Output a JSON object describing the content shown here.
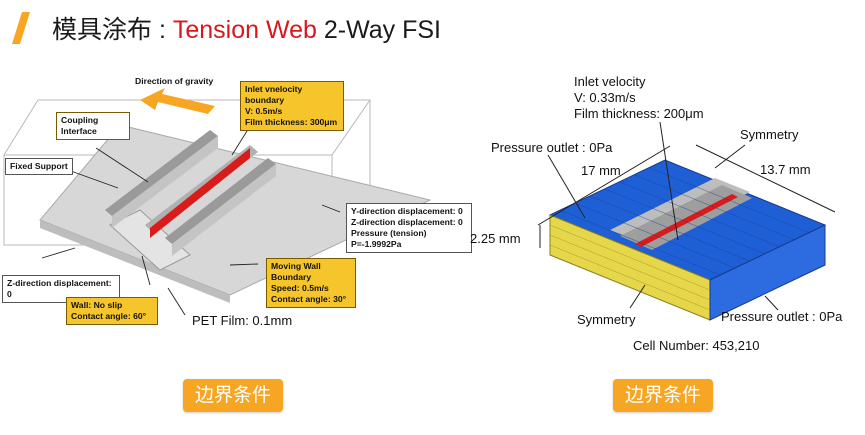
{
  "header": {
    "title_prefix": "模具涂布 : ",
    "title_highlight": "Tension Web",
    "title_suffix": " 2-Way FSI"
  },
  "left_diagram": {
    "gravity_label": "Direction of gravity",
    "inlet_callout": [
      "Inlet vnelocity",
      "boundary",
      "V: 0.5m/s",
      "Film thickness: 300μm"
    ],
    "coupling_callout": [
      "Coupling",
      "Interface"
    ],
    "fixed_support": "Fixed Support",
    "pressure_box": [
      "Y-direction displacement: 0",
      "Z-direction displacement: 0",
      "Pressure (tension)",
      "P=-1.9992Pa"
    ],
    "z_disp": "Z-direction displacement: 0",
    "moving_wall_callout": [
      "Moving Wall",
      "Boundary",
      "Speed: 0.5m/s",
      "Contact angle: 30°"
    ],
    "wall_callout": [
      "Wall: No slip",
      "Contact angle: 60°"
    ],
    "pet_film": "PET Film: 0.1mm",
    "button_label": "边界条件"
  },
  "right_diagram": {
    "inlet_label": [
      "Inlet velocity",
      "V: 0.33m/s",
      "Film thickness: 200μm"
    ],
    "pressure_outlet_top": "Pressure outlet : 0Pa",
    "symmetry_top": "Symmetry",
    "dim_17": "17 mm",
    "dim_13_7": "13.7 mm",
    "dim_2_25": "2.25 mm",
    "symmetry_bottom": "Symmetry",
    "pressure_outlet_bottom": "Pressure outlet : 0Pa",
    "cell_number": "Cell Number: 453,210",
    "button_label": "边界条件"
  },
  "colors": {
    "accent": "#f7a623",
    "title_red": "#d9181e",
    "callout": "#f6c52b",
    "mesh_blue": "#1f5fd6",
    "mesh_yellow": "#e6d64a",
    "inlet_red": "#d81c1c"
  }
}
